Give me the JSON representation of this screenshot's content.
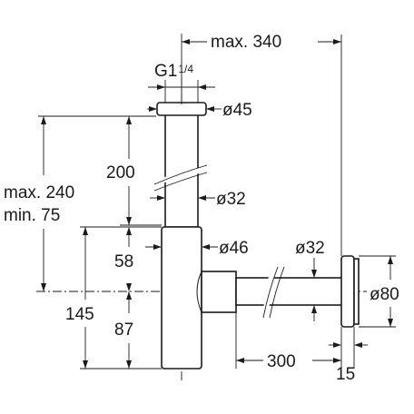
{
  "dimensions": {
    "max_340": "max. 340",
    "thread": "G1",
    "thread_fraction": "1/4",
    "d45": "ø45",
    "d200": "200",
    "d32_vertical": "ø32",
    "max_240": "max. 240",
    "min_75": "min. 75",
    "d46": "ø46",
    "d32_horizontal": "ø32",
    "d58": "58",
    "d80": "ø80",
    "d145": "145",
    "d87": "87",
    "d300": "300",
    "d15": "15"
  }
}
